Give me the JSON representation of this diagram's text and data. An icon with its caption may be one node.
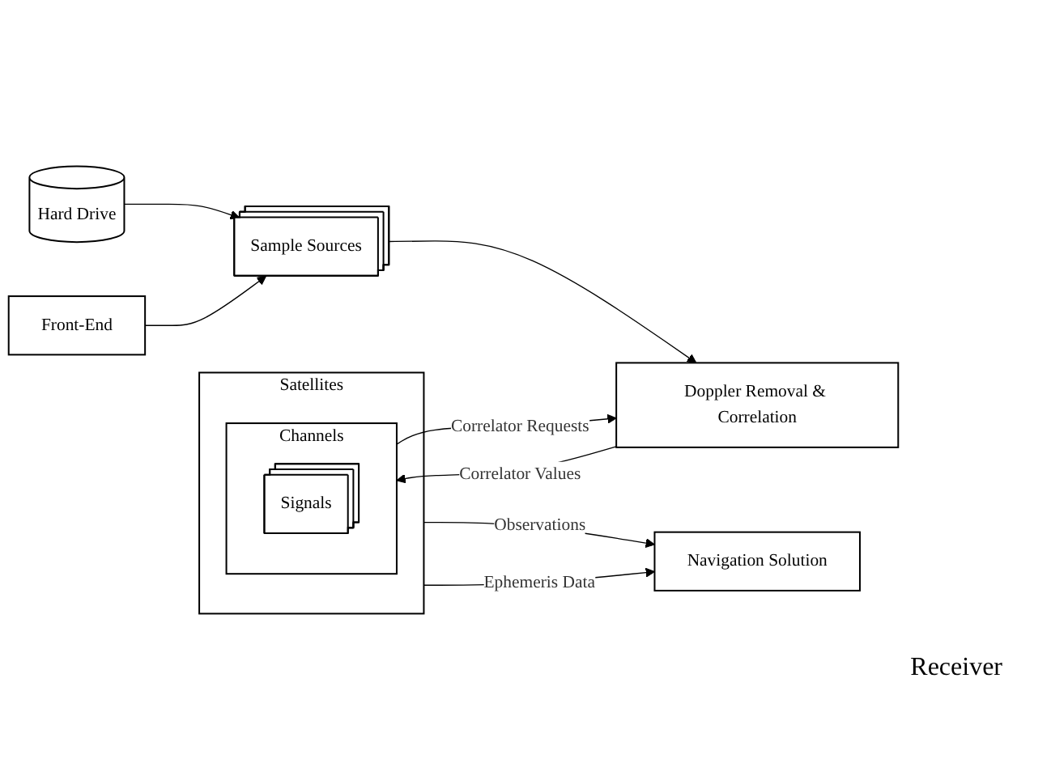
{
  "diagram": {
    "nodes": [
      {
        "text": [
          "Satellites"
        ]
      },
      {
        "text": [
          "Channels"
        ],
        "in": 0
      },
      {
        "text": [
          "Signals"
        ],
        "in": 1
      },
      {
        "text": [
          "Navigation Solution"
        ]
      },
      {
        "text": [
          "Hard Drive"
        ]
      },
      {
        "text": [
          "Front-End"
        ]
      },
      {
        "text": [
          "Sample Sources"
        ]
      },
      {
        "text": [
          "Doppler Removal & Correlation"
        ]
      }
    ],
    "edges": [
      {
        "from": 0,
        "to": 3,
        "arrow": "to",
        "label": "Observations"
      },
      {
        "from": 0,
        "to": 3,
        "arrow": "to",
        "label": "Ephemeris Data"
      },
      {
        "from": 1,
        "to": 7,
        "arrow": "to",
        "label": "Correlator Requests"
      },
      {
        "from": 7,
        "to": 1,
        "arrow": "to",
        "label": "Correlator Values"
      },
      {
        "from": 4,
        "to": 6,
        "arrow": "to"
      },
      {
        "from": 5,
        "to": 6,
        "arrow": "to"
      },
      {
        "from": 6,
        "to": 7,
        "arrow": "to"
      }
    ],
    "labels": [
      "Receiver"
    ]
  }
}
